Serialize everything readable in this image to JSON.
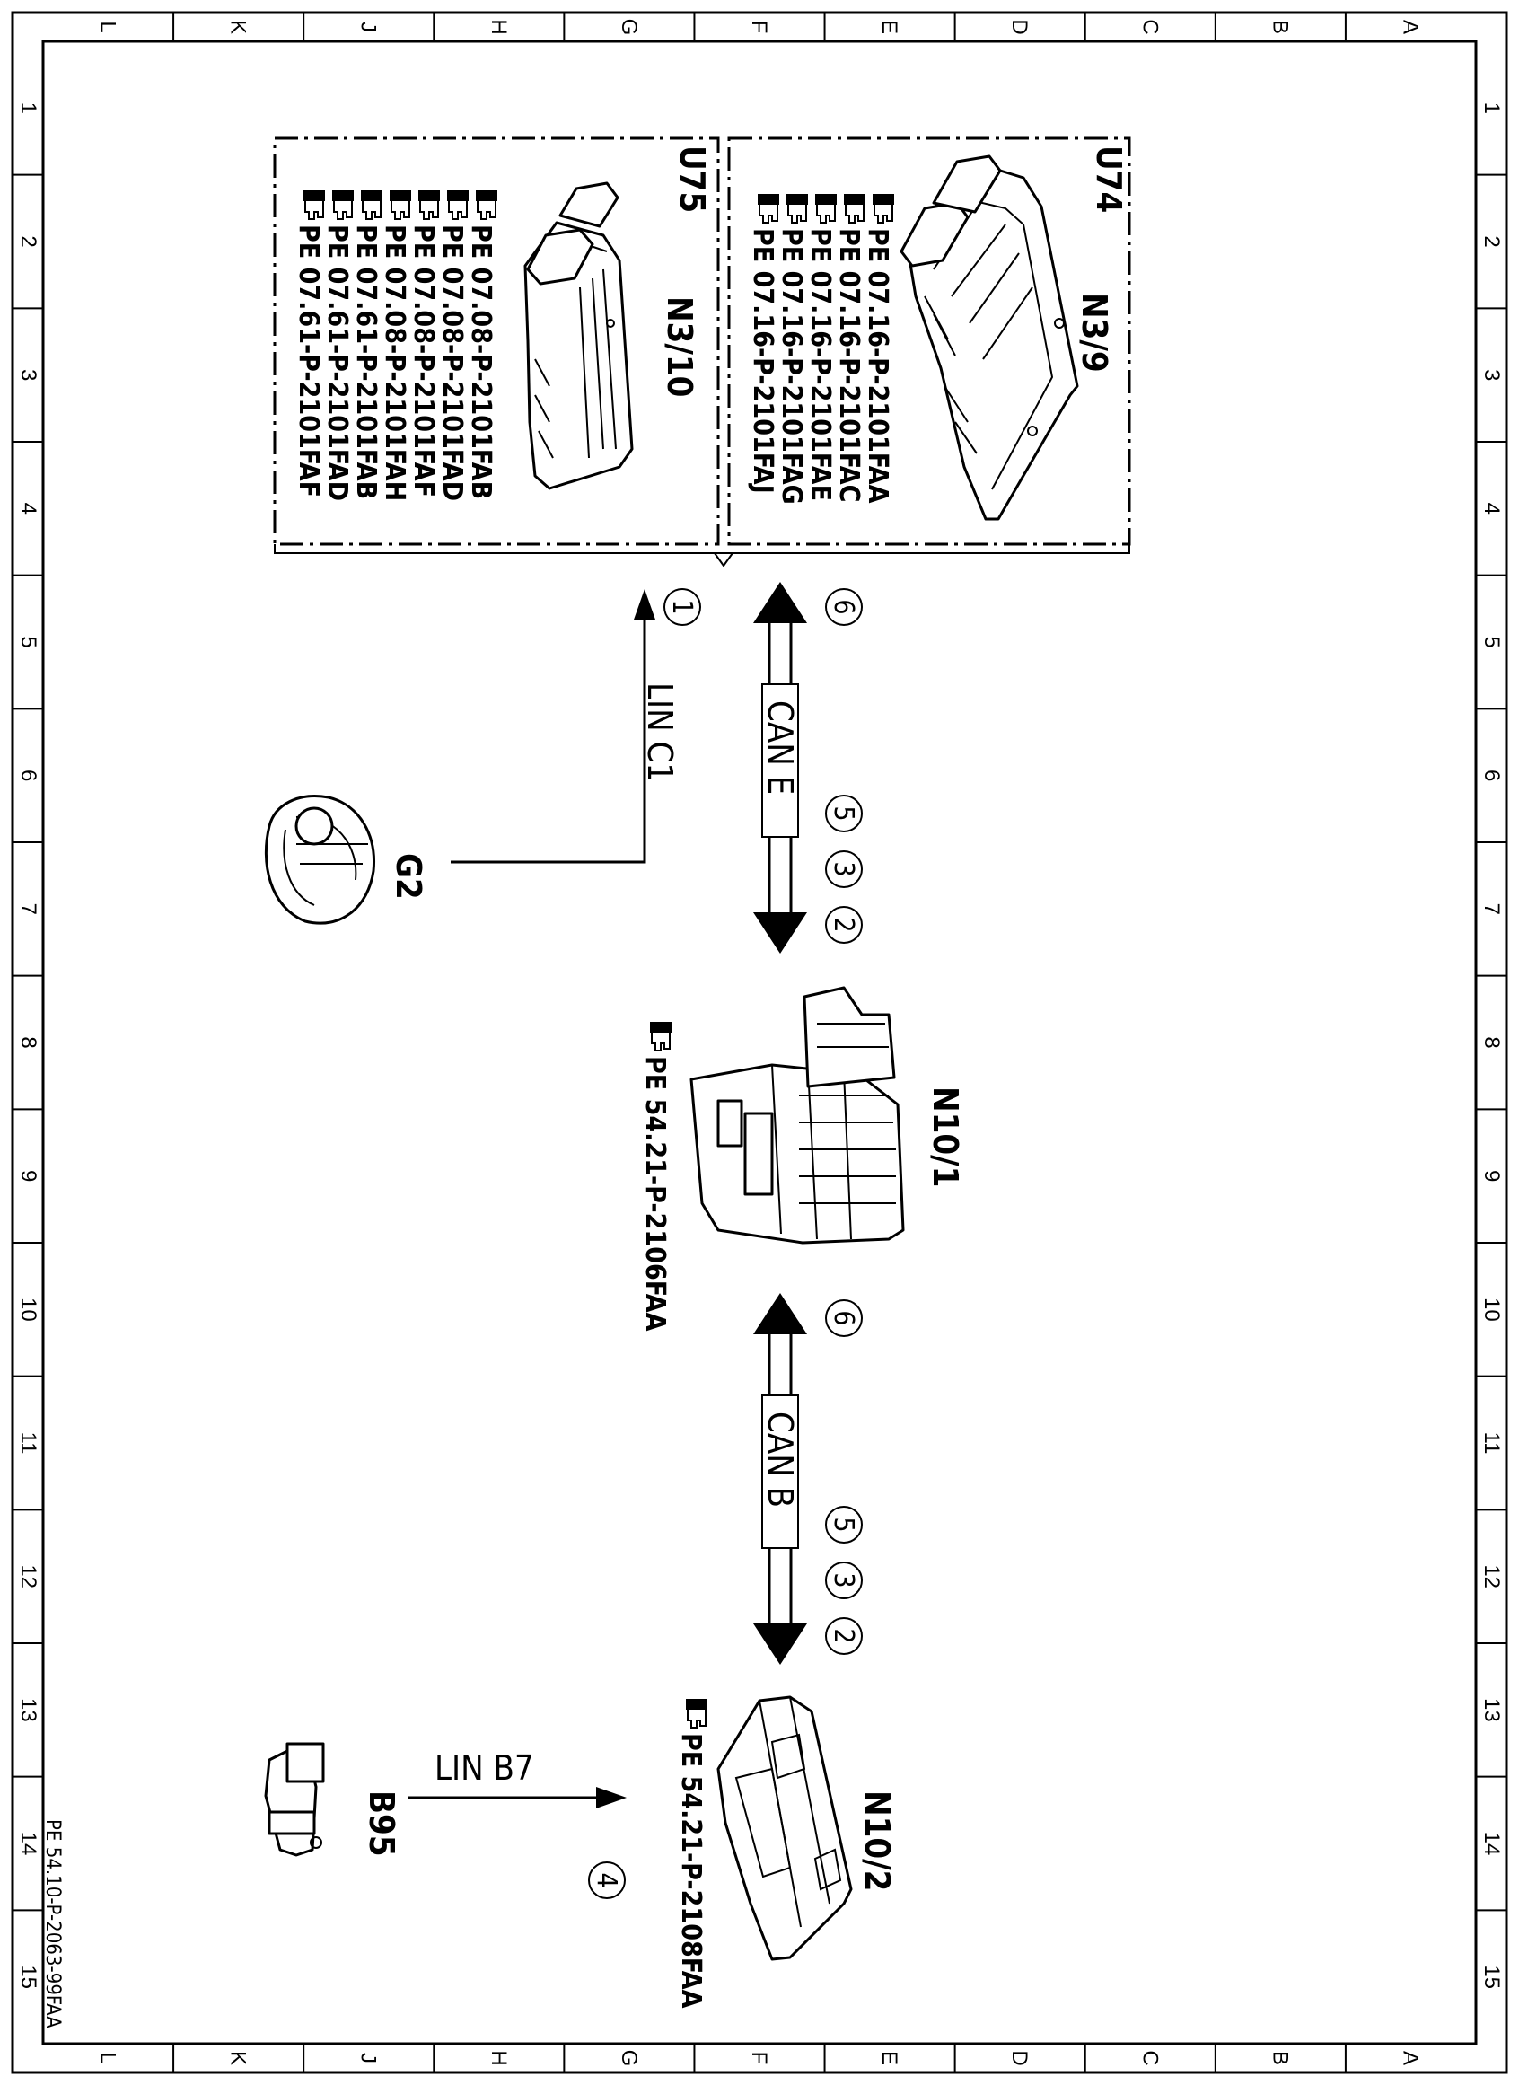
{
  "grid": {
    "columns": [
      "L",
      "K",
      "J",
      "H",
      "G",
      "F",
      "E",
      "D",
      "C",
      "B",
      "A"
    ],
    "rows": [
      "1",
      "2",
      "3",
      "4",
      "5",
      "6",
      "7",
      "8",
      "9",
      "10",
      "11",
      "12",
      "13",
      "14",
      "15"
    ]
  },
  "footer_ref": "PE 54.10-P-2063-99FAA",
  "groups": {
    "u74": {
      "label": "U74",
      "component": "N3/9",
      "refs": [
        "PE 07.16-P-2101FAA",
        "PE 07.16-P-2101FAC",
        "PE 07.16-P-2101FAE",
        "PE 07.16-P-2101FAG",
        "PE 07.16-P-2101FAJ"
      ]
    },
    "u75": {
      "label": "U75",
      "component": "N3/10",
      "refs": [
        "PE 07.08-P-2101FAB",
        "PE 07.08-P-2101FAD",
        "PE 07.08-P-2101FAF",
        "PE 07.08-P-2101FAH",
        "PE 07.61-P-2101FAB",
        "PE 07.61-P-2101FAD",
        "PE 07.61-P-2101FAF"
      ]
    }
  },
  "components": {
    "g2": {
      "label": "G2"
    },
    "n10_1": {
      "label": "N10/1",
      "ref": "PE 54.21-P-2106FAA"
    },
    "n10_2": {
      "label": "N10/2",
      "ref": "PE 54.21-P-2108FAA"
    },
    "b95": {
      "label": "B95"
    }
  },
  "buses": {
    "lin_c1": {
      "label": "LIN C1",
      "marker": "1"
    },
    "can_e": {
      "label": "CAN E",
      "markers": [
        "6",
        "5",
        "3",
        "2"
      ]
    },
    "can_b": {
      "label": "CAN B",
      "markers": [
        "6",
        "5",
        "3",
        "2"
      ]
    },
    "lin_b7": {
      "label": "LIN B7",
      "marker": "4"
    }
  }
}
